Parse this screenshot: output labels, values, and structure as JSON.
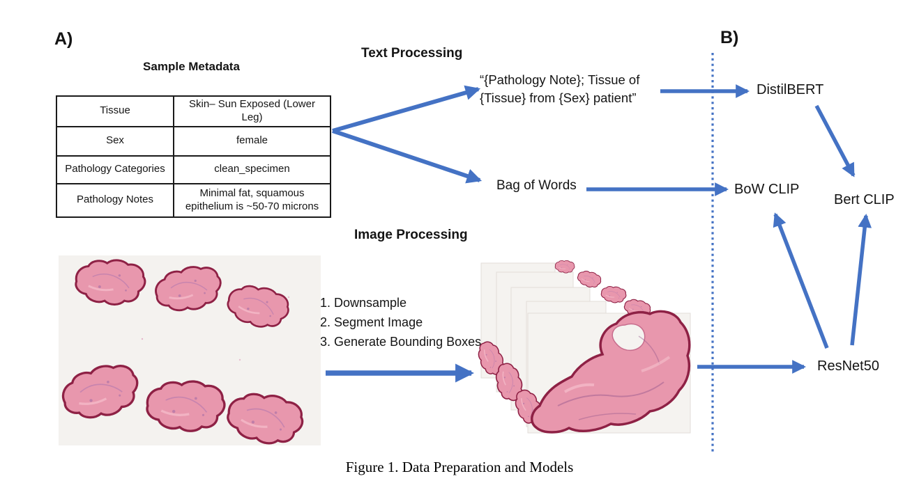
{
  "panel_a": {
    "label": "A)"
  },
  "panel_b": {
    "label": "B)"
  },
  "metadata": {
    "title": "Sample Metadata",
    "rows": [
      {
        "key": "Tissue",
        "value": "Skin– Sun Exposed (Lower Leg)"
      },
      {
        "key": "Sex",
        "value": "female"
      },
      {
        "key": "Pathology Categories",
        "value": "clean_specimen"
      },
      {
        "key": "Pathology Notes",
        "value": "Minimal fat, squamous epithelium is ~50-70 microns"
      }
    ]
  },
  "text_processing": {
    "title": "Text Processing",
    "prompt_template": "“{Pathology Note}; Tissue of {Tissue} from {Sex} patient”",
    "bag_of_words": "Bag of Words"
  },
  "image_processing": {
    "title": "Image Processing",
    "steps": [
      "1. Downsample",
      "2. Segment Image",
      "3. Generate Bounding Boxes"
    ]
  },
  "models": {
    "distilbert": "DistilBERT",
    "bow_clip": "BoW CLIP",
    "bert_clip": "Bert CLIP",
    "resnet50": "ResNet50"
  },
  "caption": "Figure 1. Data Preparation and Models",
  "colors": {
    "arrow_blue": "#4472C4",
    "tissue_fill": "#e897ad",
    "tissue_stroke": "#8e2145",
    "slide_bg": "#f4f2ef"
  }
}
